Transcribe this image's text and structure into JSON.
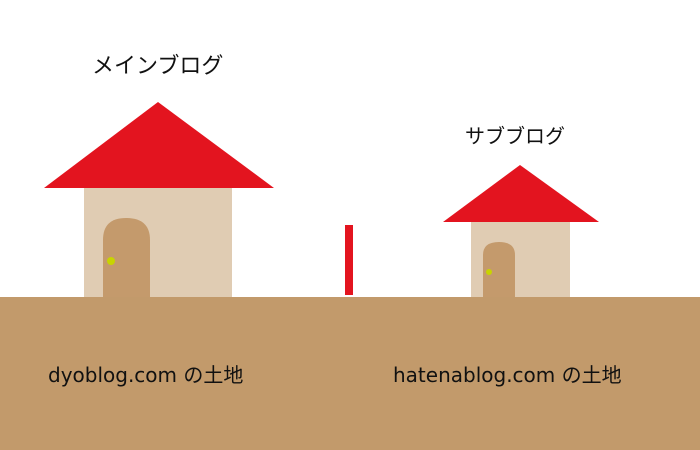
{
  "colors": {
    "roof": "#e3141f",
    "wall": "#e0ccb3",
    "door": "#c49a6c",
    "knob": "#c8d400",
    "ground": "#c29a6b",
    "divider": "#e3141f"
  },
  "main_blog": {
    "label": "メインブログ",
    "land": "dyoblog.com の土地"
  },
  "sub_blog": {
    "label": "サブブログ",
    "land": "hatenablog.com の土地"
  }
}
